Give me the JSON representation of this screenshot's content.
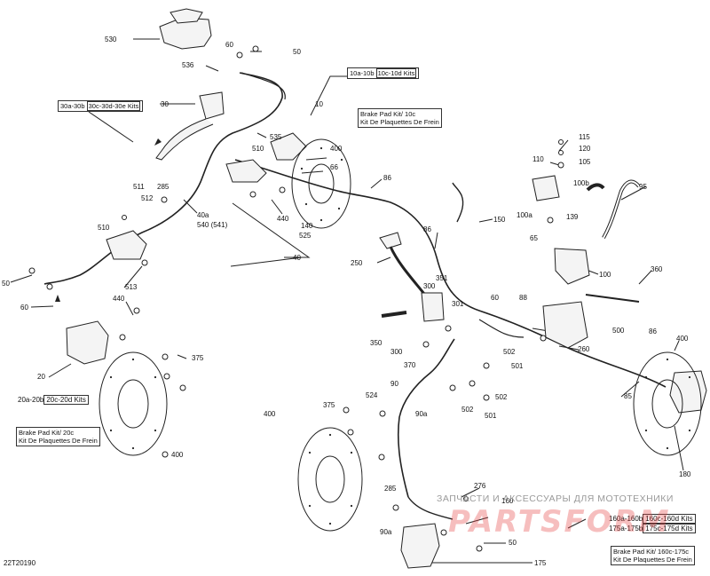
{
  "diagram": {
    "code": "22T20190",
    "part_labels": [
      "530",
      "60",
      "50",
      "536",
      "10a-10b",
      "10c-10d Kits",
      "30a-30b",
      "30c-30d-30e Kits",
      "30",
      "10",
      "535",
      "510",
      "400",
      "66",
      "511",
      "512",
      "285",
      "40a",
      "540 (541)",
      "440",
      "140",
      "525",
      "86",
      "86",
      "150",
      "110",
      "115",
      "120",
      "105",
      "100b",
      "100a",
      "95",
      "139",
      "65",
      "510",
      "513",
      "50",
      "60",
      "40",
      "250",
      "351",
      "300",
      "301",
      "100",
      "360",
      "440",
      "60",
      "88",
      "300",
      "350",
      "370",
      "500",
      "260",
      "20",
      "375",
      "86",
      "400",
      "501",
      "502",
      "502",
      "85",
      "20a-20b",
      "20c-20d Kits",
      "90",
      "524",
      "90a",
      "502",
      "501",
      "375",
      "400",
      "400",
      "180",
      "285",
      "276",
      "160",
      "90a",
      "50",
      "160a-160b",
      "160c-160d Kits",
      "175a-175b",
      "175c-175d Kits",
      "175"
    ],
    "kit_notes": [
      {
        "line1": "Brake Pad Kit/ 10c",
        "line2": "Kit De Plaquettes De Frein"
      },
      {
        "line1": "Brake Pad Kit/ 20c",
        "line2": "Kit De Plaquettes De Frein"
      },
      {
        "line1": "Brake Pad Kit/ 160c-175c",
        "line2": "Kit De Plaquettes De Frein"
      }
    ]
  },
  "watermark": {
    "line1": "ЗАПЧАСТИ И АКСЕССУАРЫ ДЛЯ МОТОТЕХНИКИ",
    "line2": "PARTSFORM"
  }
}
